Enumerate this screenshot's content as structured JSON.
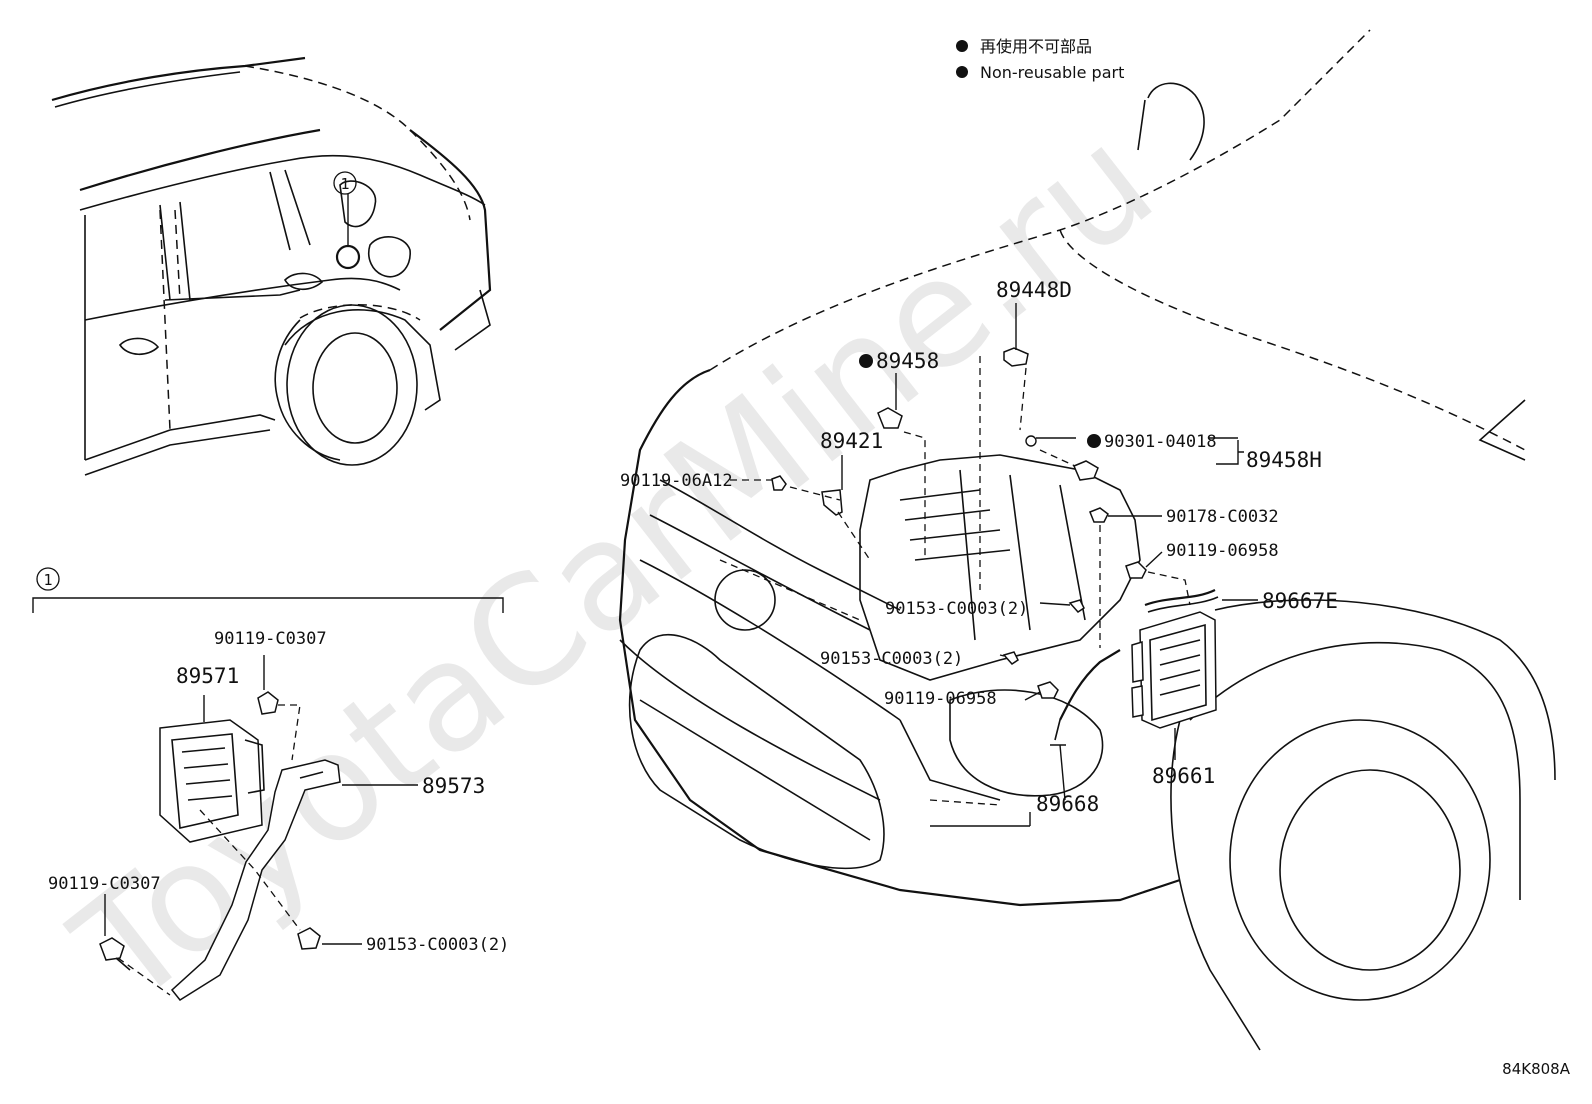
{
  "legend": {
    "items": [
      {
        "symbol": "●",
        "text": "再使用不可部品"
      },
      {
        "symbol": "●",
        "text": "Non-reusable part"
      }
    ]
  },
  "watermark": "ToyotaCarMine.ru",
  "callout_marker": "1",
  "inset_marker": "1",
  "diagram_code": "84K808A",
  "parts": {
    "p89448D": "89448D",
    "p89458": "89458",
    "p89421": "89421",
    "p90119_06A12": "90119-06A12",
    "p90301_04018": "90301-04018",
    "p89458H": "89458H",
    "p90178_C0032": "90178-C0032",
    "p90119_06958_a": "90119-06958",
    "p90153_C0003_a": "90153-C0003(2)",
    "p89667E": "89667E",
    "p90153_C0003_b": "90153-C0003(2)",
    "p90119_06958_b": "90119-06958",
    "p89661": "89661",
    "p89668": "89668",
    "p90119_C0307_a": "90119-C0307",
    "p89571": "89571",
    "p89573": "89573",
    "p90119_C0307_b": "90119-C0307",
    "p90153_C0003_c": "90153-C0003(2)"
  },
  "non_reusable_marks": [
    "89458",
    "90301-04018"
  ]
}
